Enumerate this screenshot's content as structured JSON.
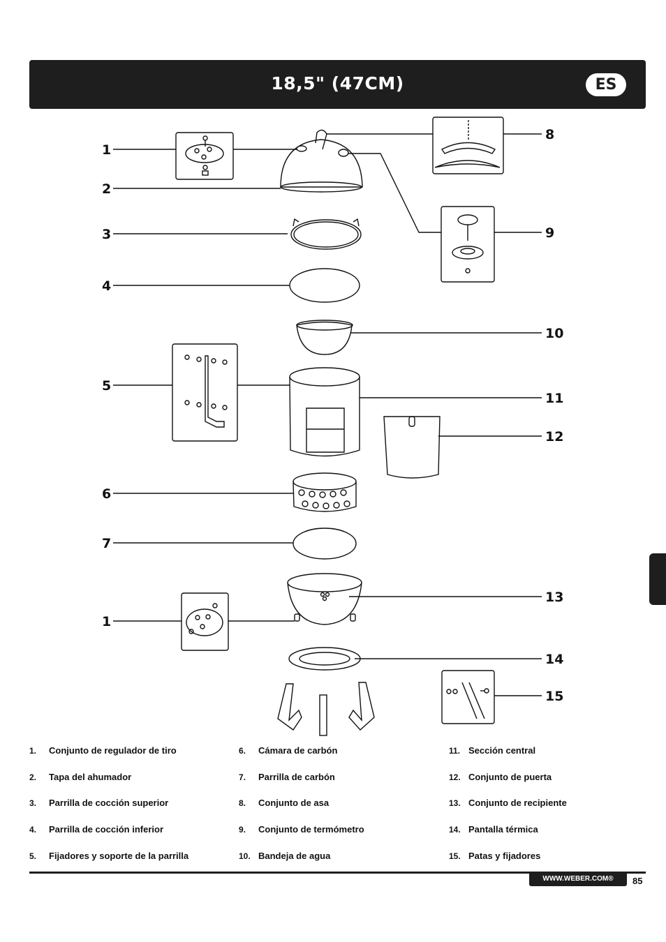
{
  "header": {
    "title": "18,5\" (47CM)",
    "language": "ES"
  },
  "callouts": {
    "c1a": "1",
    "c2": "2",
    "c3": "3",
    "c4": "4",
    "c5": "5",
    "c6": "6",
    "c7": "7",
    "c1b": "1",
    "c8": "8",
    "c9": "9",
    "c10": "10",
    "c11": "11",
    "c12": "12",
    "c13": "13",
    "c14": "14",
    "c15": "15"
  },
  "legend": [
    {
      "num": "1.",
      "label": "Conjunto de regulador de tiro"
    },
    {
      "num": "2.",
      "label": "Tapa del ahumador"
    },
    {
      "num": "3.",
      "label": "Parrilla de cocción superior"
    },
    {
      "num": "4.",
      "label": "Parrilla de cocción inferior"
    },
    {
      "num": "5.",
      "label": "Fijadores y soporte de la parrilla"
    },
    {
      "num": "6.",
      "label": "Cámara de carbón"
    },
    {
      "num": "7.",
      "label": "Parrilla de carbón"
    },
    {
      "num": "8.",
      "label": "Conjunto de asa"
    },
    {
      "num": "9.",
      "label": "Conjunto de termómetro"
    },
    {
      "num": "10.",
      "label": "Bandeja de agua"
    },
    {
      "num": "11.",
      "label": "Sección central"
    },
    {
      "num": "12.",
      "label": "Conjunto de puerta"
    },
    {
      "num": "13.",
      "label": "Conjunto de recipiente"
    },
    {
      "num": "14.",
      "label": "Pantalla térmica"
    },
    {
      "num": "15.",
      "label": "Patas y fijadores"
    }
  ],
  "footer": {
    "url": "WWW.WEBER.COM®",
    "page": "85"
  }
}
